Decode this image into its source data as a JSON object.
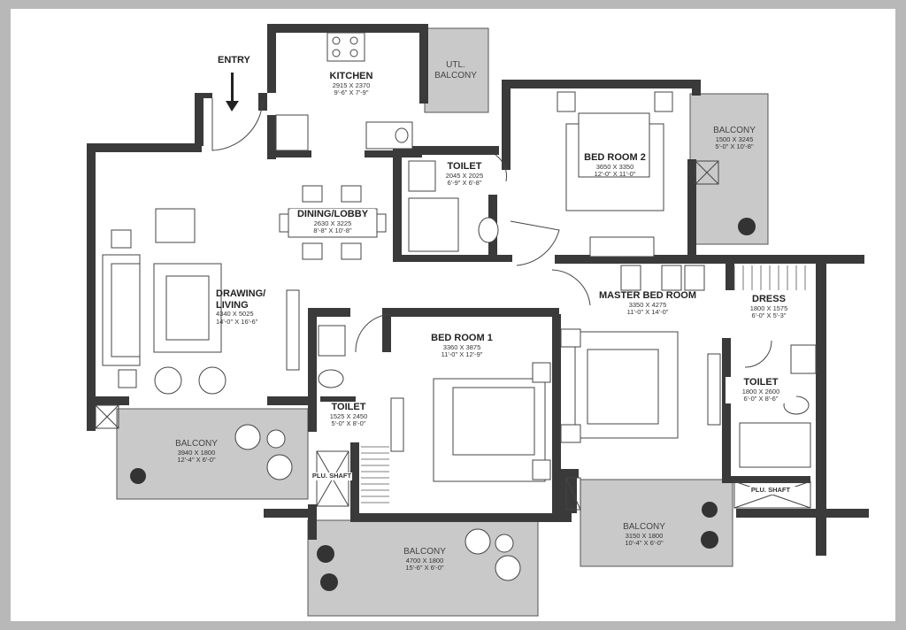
{
  "entry_label": "ENTRY",
  "rooms": {
    "kitchen": {
      "name": "KITCHEN",
      "metric": "2915 X 2370",
      "imperial": "9'-6\" X 7'-9\""
    },
    "util_balcony": {
      "name": "UTL. BALCONY",
      "metric": "",
      "imperial": ""
    },
    "toilet_1": {
      "name": "TOILET",
      "metric": "2045 X 2025",
      "imperial": "6'-9\" X 6'-8\""
    },
    "bed_room_2": {
      "name": "BED ROOM 2",
      "metric": "3650 X 3350",
      "imperial": "12'-0\" X 11'-0\""
    },
    "balcony_1": {
      "name": "BALCONY",
      "metric": "1500 X 3245",
      "imperial": "5'-0\" X 10'-8\""
    },
    "dining_lobby": {
      "name": "DINING/LOBBY",
      "metric": "2630 X 3225",
      "imperial": "8'-8\" X 10'-8\""
    },
    "drawing_living": {
      "name": "DRAWING/ LIVING",
      "metric": "4340 X 5025",
      "imperial": "14'-0\" X 16'-6\""
    },
    "master_bed": {
      "name": "MASTER BED ROOM",
      "metric": "3350 X 4275",
      "imperial": "11'-0\" X 14'-0\""
    },
    "dress": {
      "name": "DRESS",
      "metric": "1800 X 1575",
      "imperial": "6'-0\" X 5'-3\""
    },
    "bed_room_1": {
      "name": "BED ROOM 1",
      "metric": "3360 X 3875",
      "imperial": "11'-0\" X 12'-9\""
    },
    "toilet_2": {
      "name": "TOILET",
      "metric": "1525 X 2450",
      "imperial": "5'-0\" X 8'-0\""
    },
    "toilet_3": {
      "name": "TOILET",
      "metric": "1800 X 2600",
      "imperial": "6'-0\" X 8'-6\""
    },
    "balcony_2": {
      "name": "BALCONY",
      "metric": "3940 X 1800",
      "imperial": "12'-4\" X 6'-0\""
    },
    "balcony_3": {
      "name": "BALCONY",
      "metric": "4700 X 1800",
      "imperial": "15'-6\" X 6'-0\""
    },
    "balcony_4": {
      "name": "BALCONY",
      "metric": "3150 X 1800",
      "imperial": "10'-4\" X 6'-0\""
    },
    "plu_shaft_1": {
      "name": "PLU. SHAFT",
      "metric": "",
      "imperial": ""
    },
    "plu_shaft_2": {
      "name": "PLU. SHAFT",
      "metric": "",
      "imperial": ""
    }
  },
  "colors": {
    "wall": "#3a3a3a",
    "balcony_fill": "#c9c9c9",
    "floor": "#ffffff",
    "frame": "#b8b8b8"
  }
}
